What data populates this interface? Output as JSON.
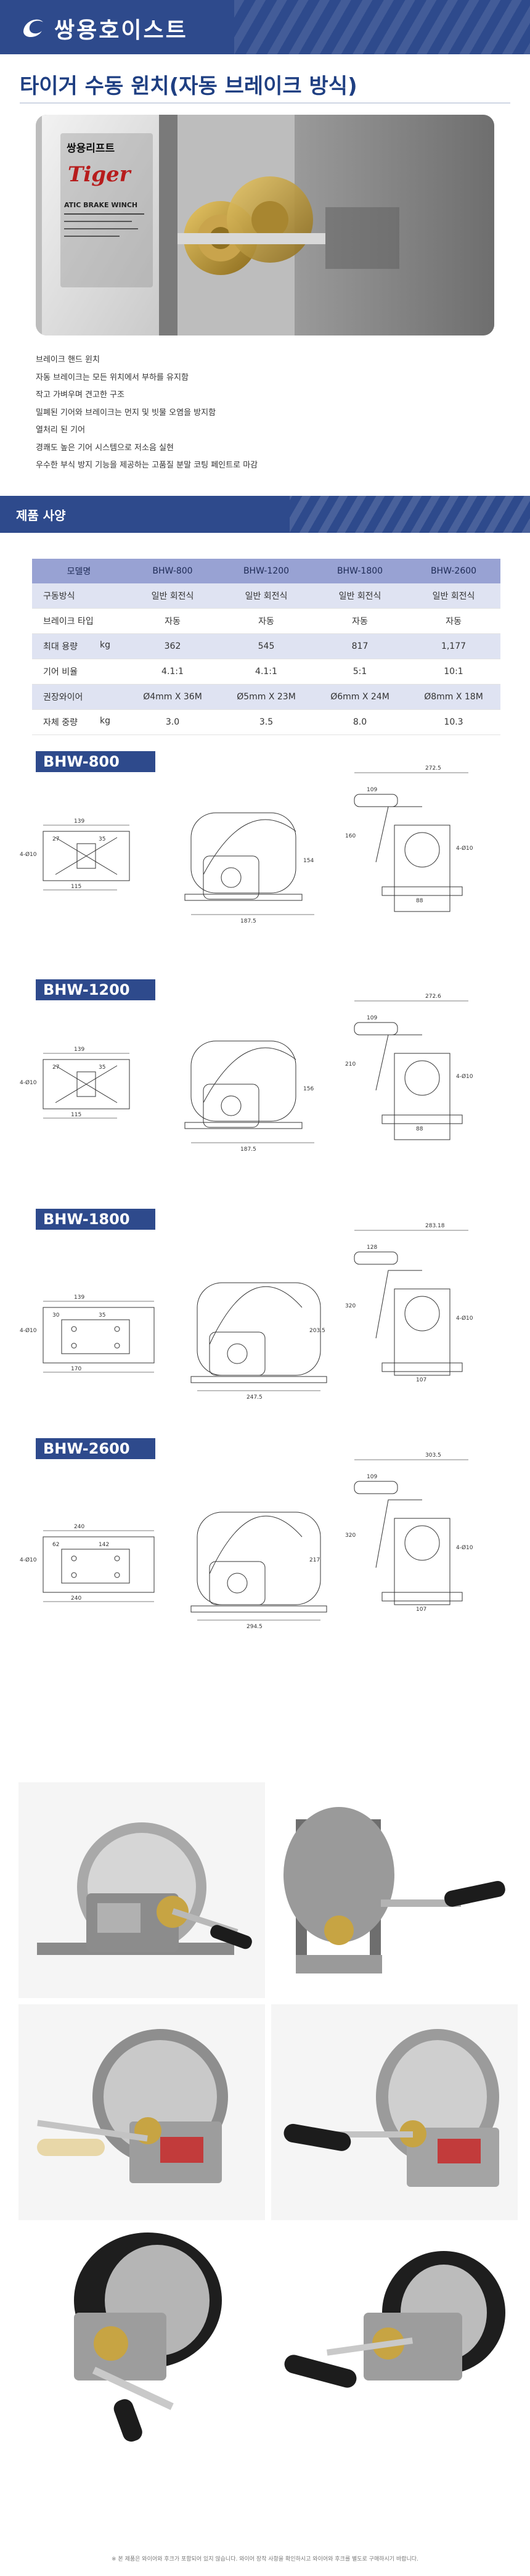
{
  "header": {
    "brand": "쌍용호이스트"
  },
  "page_title": "타이거 수동 윈치(자동 브레이크 방식)",
  "hero": {
    "label_lines": [
      "쌍용리프트",
      "Tiger",
      "ATIC BRAKE WINCH"
    ]
  },
  "features": [
    "브레이크 핸드 윈치",
    "자동 브레이크는 모든 위치에서 부하를 유지함",
    "작고 가벼우며 견고한 구조",
    "밀폐된 기어와 브레이크는 먼지 및 빗물 오염을 방지함",
    "열처리 된 기어",
    "경쾌도 높은 기어 시스템으로 저소음 실현",
    "우수한 부식 방지 기능을 제공하는 고품질 분말 코팅 페인트로 마감"
  ],
  "section_title": "제품 사양",
  "spec": {
    "header": [
      "모델명",
      "BHW-800",
      "BHW-1200",
      "BHW-1800",
      "BHW-2600"
    ],
    "rows": [
      {
        "label": "구동방식",
        "unit": "",
        "values": [
          "일반 회전식",
          "일반 회전식",
          "일반 회전식",
          "일반 회전식"
        ]
      },
      {
        "label": "브레이크 타입",
        "unit": "",
        "values": [
          "자동",
          "자동",
          "자동",
          "자동"
        ]
      },
      {
        "label": "최대 용량",
        "unit": "kg",
        "values": [
          "362",
          "545",
          "817",
          "1,177"
        ]
      },
      {
        "label": "기어 비율",
        "unit": "",
        "values": [
          "4.1:1",
          "4.1:1",
          "5:1",
          "10:1"
        ]
      },
      {
        "label": "권장와이어",
        "unit": "",
        "values": [
          "Ø4mm X 36M",
          "Ø5mm X 23M",
          "Ø6mm X 24M",
          "Ø8mm X 18M"
        ]
      },
      {
        "label": "자체 중량",
        "unit": "kg",
        "values": [
          "3.0",
          "3.5",
          "8.0",
          "10.3"
        ]
      }
    ]
  },
  "drawings": [
    {
      "model": "BHW-800",
      "dims": {
        "top_w": "139",
        "side_w": "187.5",
        "base_w": "115",
        "d1": "27",
        "d2": "35",
        "h1": "154",
        "h2": "160",
        "arm": "109",
        "total": "272.5",
        "side_base": "88",
        "hole": "4-Ø10",
        "hole2": "4-Ø10"
      }
    },
    {
      "model": "BHW-1200",
      "dims": {
        "top_w": "139",
        "side_w": "187.5",
        "base_w": "115",
        "d1": "27",
        "d2": "35",
        "h1": "156",
        "h2": "210",
        "arm": "109",
        "total": "272.6",
        "side_base": "88",
        "hole": "4-Ø10",
        "hole2": "4-Ø10"
      }
    },
    {
      "model": "BHW-1800",
      "dims": {
        "top_w": "139",
        "side_w": "247.5",
        "base_w": "170",
        "d1": "30",
        "d2": "35",
        "h1": "203.5",
        "h2": "320",
        "arm": "128",
        "total": "283.18",
        "side_base": "107",
        "hole": "4-Ø10",
        "hole2": "4-Ø10"
      }
    },
    {
      "model": "BHW-2600",
      "dims": {
        "top_w": "240",
        "side_w": "294.5",
        "base_w": "240",
        "d1": "62",
        "d2": "142",
        "h1": "217",
        "h2": "320",
        "arm": "109",
        "total": "303.5",
        "side_base": "107",
        "hole": "4-Ø10",
        "hole2": "4-Ø10"
      }
    }
  ],
  "footnote": "※ 본 제품은 와이어와 후크가 포함되어 있지 않습니다. 와이어 장착 사항을 확인하시고 와이어와 후크를 별도로 구매하시기 바랍니다.",
  "icons": {
    "logo": "swirl-logo-icon"
  },
  "colors": {
    "primary": "#2e4a8c",
    "table_header": "#98a2d3",
    "table_alt": "#dfe3f2"
  }
}
